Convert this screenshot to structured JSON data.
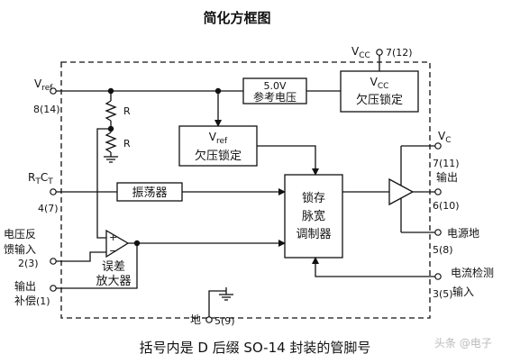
{
  "title": "简化方框图",
  "caption": "括号内是 D 后缀 SO-14 封装的管脚号",
  "watermark": "头条 @电子",
  "blocks": {
    "vref_ref": "5.0V",
    "ref_voltage": "参考电压",
    "uvlo_vcc_top": "V",
    "uvlo_vcc_sub": "CC",
    "uvlo_text": "欠压锁定",
    "vref_uvlo_top": "V",
    "vref_uvlo_sub": "ref",
    "vref_uvlo_text": "欠压锁定",
    "oscillator": "振荡器",
    "pwm_line1": "锁存",
    "pwm_line2": "脉宽",
    "pwm_line3": "调制器",
    "error_amp_line1": "误差",
    "error_amp_line2": "放大器",
    "r1": "R",
    "r2": "R",
    "plus": "+",
    "minus": "−"
  },
  "pins": {
    "vcc_name": "V",
    "vcc_sub": "CC",
    "vcc_num": "7(12)",
    "vref_name": "V",
    "vref_sub": "ref",
    "vref_num": "8(14)",
    "rtct_r": "R",
    "rtct_rsub": "T",
    "rtct_c": "C",
    "rtct_csub": "T",
    "rtct_num": "4(7)",
    "fb_line1": "电压反",
    "fb_line2": "馈输入",
    "fb_num": "2(3)",
    "comp_line1": "输出",
    "comp_line2": "补偿",
    "comp_num": "(1)",
    "gnd_name": "地",
    "gnd_num": "5(9)",
    "vc_name": "V",
    "vc_sub": "C",
    "vc_num": "7(11)",
    "out_name": "输出",
    "out_num": "6(10)",
    "pgnd_name": "电源地",
    "pgnd_num": "5(8)",
    "cs_line1": "电流检测",
    "cs_line2": "输入",
    "cs_num": "3(5)"
  }
}
